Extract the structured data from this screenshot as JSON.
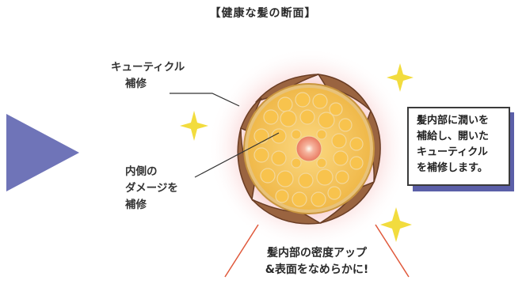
{
  "title": "【健康な髪の断面】",
  "labels": {
    "cuticle_line1": "キューティクル",
    "cuticle_line2": "補修",
    "inner_line1": "内側の",
    "inner_line2": "ダメージを",
    "inner_line3": "補修"
  },
  "note": {
    "line1": "髪内部に潤いを",
    "line2": "補給し、開いた",
    "line3": "キューティクル",
    "line4": "を補修します。"
  },
  "bottom": {
    "line1": "髪内部の密度アップ",
    "line2": "&表面をなめらかに!"
  },
  "colors": {
    "arrow": "#6f74b8",
    "note_shadow": "#5b5fa8",
    "glow": "#f4a7a7",
    "cuticle": "#7a4a2e",
    "cortex": "#f6c85a",
    "sparkle": "#f2dc3e",
    "accent_line": "#e0583a"
  }
}
